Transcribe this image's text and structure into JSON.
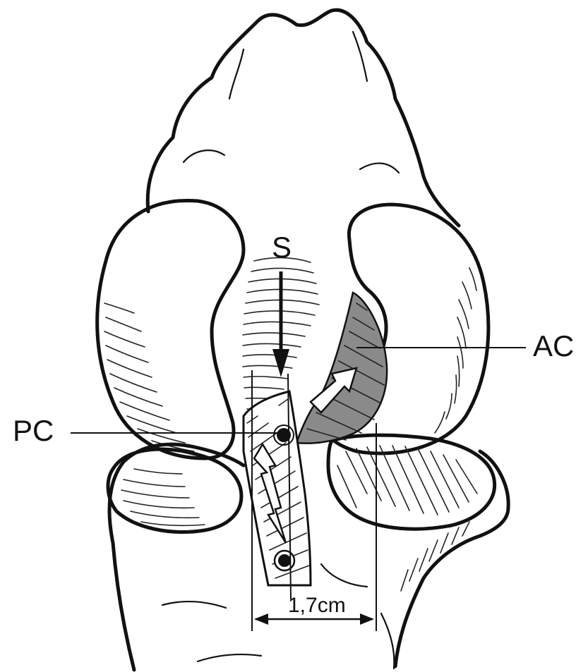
{
  "labels": {
    "s": "S",
    "ac": "AC",
    "pc": "PC",
    "distance": "1,7cm"
  },
  "colors": {
    "ink": "#111111",
    "background": "#ffffff",
    "graft_shade": "#8a8a8a"
  }
}
